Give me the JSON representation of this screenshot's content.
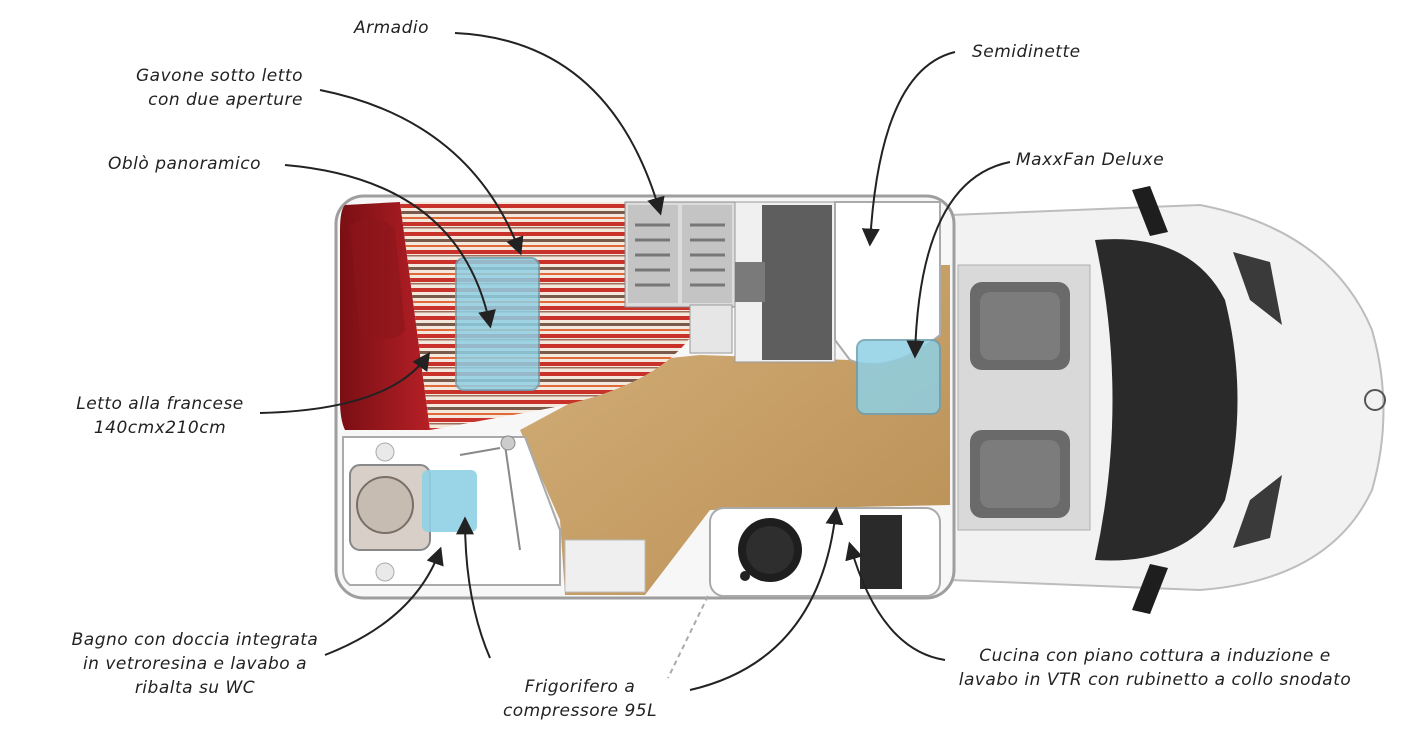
{
  "labels": {
    "armadio": "Armadio",
    "gavone": [
      "Gavone sotto letto",
      "con due aperture"
    ],
    "oblo": "Oblò panoramico",
    "letto": [
      "Letto alla francese",
      "140cmx210cm"
    ],
    "bagno": [
      "Bagno con doccia integrata",
      "in vetroresina e lavabo a",
      "ribalta su WC"
    ],
    "frigorifero": [
      "Frigorifero a",
      "compressore 95L"
    ],
    "cucina": [
      "Cucina con piano cottura a induzione e",
      "lavabo in VTR con rubinetto a collo snodato"
    ],
    "semidinette": "Semidinette",
    "maxxfan": "MaxxFan Deluxe"
  },
  "colors": {
    "floor": "#c9a46a",
    "bed_red": "#9b1b1e",
    "stripe_red": "#c8322b",
    "stripe_brown": "#7a5a4a",
    "window_blue": "#8fd0e4",
    "cabinet_grey": "#8a8a8a",
    "seat_grey": "#5a5a5a",
    "cab_dark": "#2a2a2a"
  }
}
